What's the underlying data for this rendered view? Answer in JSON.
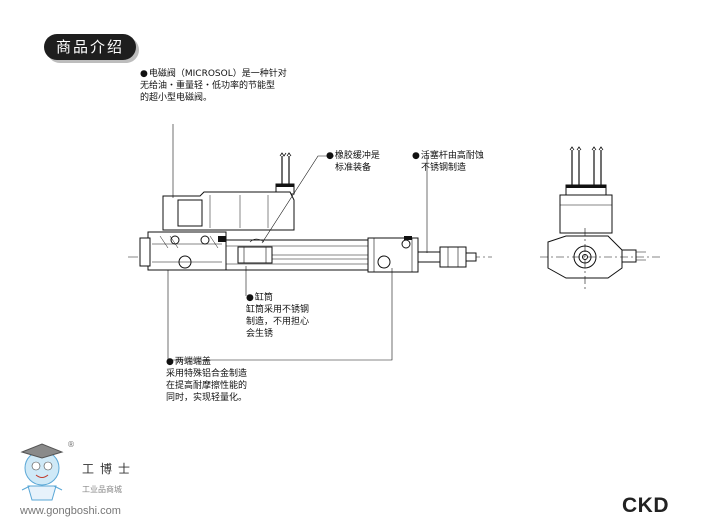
{
  "header": {
    "badge": "商品介绍"
  },
  "notes": {
    "solenoid": [
      "电磁阀（MICROSOL）是一种针对",
      "无给油・重量轻・低功率的节能型",
      "的超小型电磁阀。"
    ],
    "rubber": [
      "橡胶缓冲是",
      "标准装备"
    ],
    "piston_rod": [
      "活塞杆由高耐蚀",
      "不锈钢制造"
    ],
    "cylinder": [
      "缸筒",
      "缸筒采用不锈钢",
      "制造，不用担心",
      "会生锈"
    ],
    "end_cover": [
      "两端端盖",
      "采用特殊铝合金制造",
      "在提高耐摩擦性能的",
      "同时，实现轻量化。"
    ]
  },
  "bullet": "●",
  "footer": {
    "reg_mark": "®",
    "brand_cn": "工博士",
    "brand_sub": "工业品商城",
    "url": "www.gongboshi.com",
    "ckd": "CKD"
  }
}
